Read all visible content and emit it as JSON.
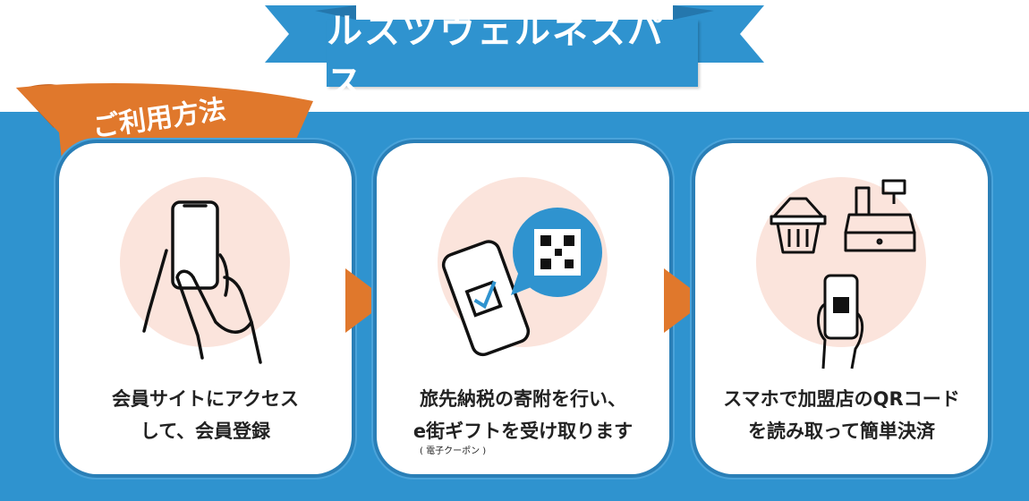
{
  "title": "ルスツウェルネスパス",
  "section_label": "ご利用方法",
  "steps": [
    {
      "line1": "会員サイトにアクセス",
      "line2": "して、会員登録"
    },
    {
      "line1": "旅先納税の寄附を行い、",
      "line2": "e街ギフトを受け取ります",
      "note": "( 電子クーポン )"
    },
    {
      "line1": "スマホで加盟店のQRコード",
      "line2": "を読み み取って簡単決済"
    }
  ],
  "colors": {
    "blue": "#2f93cf",
    "orange": "#e0782c",
    "pink": "#fbe4dc"
  }
}
